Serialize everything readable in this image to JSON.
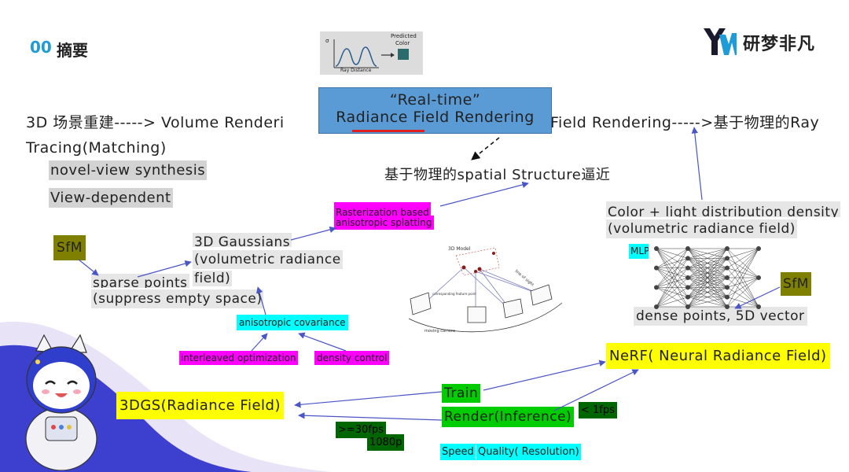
{
  "header": {
    "section_number": "00",
    "section_title": "摘要",
    "logo_text": "研梦非凡"
  },
  "thumbnail": {
    "sigma": "σ",
    "predicted_label_line1": "Predicted",
    "predicted_label_line2": "Color",
    "xlabel": "Ray Distance"
  },
  "title_box": {
    "line1": "“Real-time”",
    "line2": "Radiance Field Rendering"
  },
  "main_line": {
    "left": "3D 场景重建-----> Volume Renderi",
    "right": "Field Rendering----->基于物理的Ray",
    "line2": "Tracing(Matching)"
  },
  "left_notes": {
    "novel_view": "novel-view synthesis",
    "view_dependent": "View-dependent"
  },
  "spatial": "基于物理的spatial Structure逼近",
  "gaussian_branch": {
    "sfm": "SfM",
    "sparse_line1": "sparse points",
    "sparse_line2": "(suppress empty space)",
    "gauss_line1": "3D Gaussians",
    "gauss_line2": "(volumetric radiance",
    "gauss_line3": "field)",
    "raster_line1": "Rasterization based",
    "raster_line2": "anisotropic splatting",
    "aniso_cov": "anisotropic covariance",
    "interleaved": "interleaved optimization",
    "density": "density control"
  },
  "nerf_branch": {
    "color_line1": "Color + light distribution density",
    "color_line2": "(volumetric radiance field)",
    "mlp": "MLP",
    "sfm": "SfM",
    "dense": "dense points, 5D vector",
    "nerf": "NeRF( Neural Radiance Field)",
    "lt1fps": "< 1fps"
  },
  "bottom": {
    "tdgs": "3DGS(Radiance Field)",
    "train": "Train",
    "render": "Render(Inference)",
    "fps30": ">=30fps",
    "p1080": "1080p",
    "speed": "Speed",
    "quality": "Quality( Resolution)"
  },
  "sketch": {
    "model_label": "3D Model",
    "line_of_sight": "line of sight",
    "feature_point": "corresponding feature point",
    "camera_label": "moving camera"
  },
  "colors": {
    "accent_blue": "#1f9bd7",
    "title_box": "#5b9bd5",
    "mascot_blue": "#2f3ecb"
  }
}
